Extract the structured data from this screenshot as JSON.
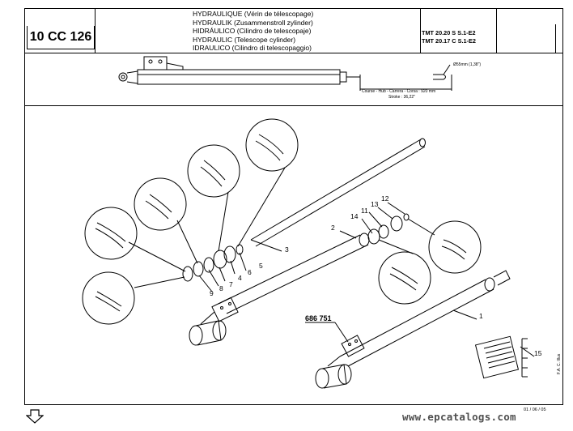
{
  "header": {
    "ref": "10 CC 126",
    "titles": [
      "HYDRAULIQUE (Vérin de télescopage)",
      "HYDRAULIK (Zusammenstroll zylinder)",
      "HIDRÁULICO (Cilindro de telescopaje)",
      "HYDRAULIC (Telescope cylinder)",
      "IDRAULICO (Cilindro di telescopaggio)"
    ],
    "models": [
      "TMT 20.20 S S.1-E2",
      "TMT 20.17 C S.1-E2"
    ]
  },
  "overview": {
    "diameter_label": "Ø55mm (1,38\")",
    "stroke_line_1": "Course - Hub - Carrera - Corsa : 920 mm",
    "stroke_line_2": "Stroke : 36,22\""
  },
  "callouts": [
    "1",
    "2",
    "3",
    "4",
    "5",
    "6",
    "7",
    "8",
    "9",
    "11",
    "12",
    "13",
    "14",
    "15"
  ],
  "part_number": "686 751",
  "footer": {
    "date": "01 / 06 / 05",
    "side_code": "F.A. C. Illus",
    "watermark": "www.epcatalogs.com"
  },
  "icons": {
    "nav": "down-arrow-icon"
  }
}
